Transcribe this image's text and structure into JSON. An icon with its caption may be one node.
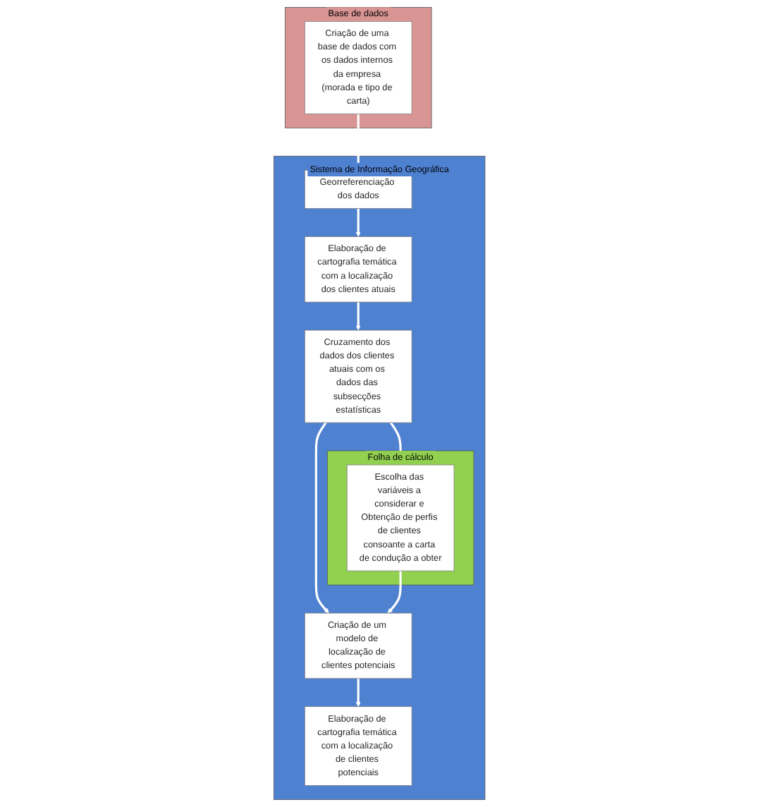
{
  "diagram": {
    "nodes": [
      {
        "text": [
          "Base de dados"
        ]
      },
      {
        "text": [
          "Criação de uma base de dados com os dados internos da empresa (morada e tipo de carta)"
        ],
        "in": 0
      },
      {
        "text": [
          "Sistema de Informação Geográfica"
        ]
      },
      {
        "text": [
          "Georreferenciação dos dados"
        ],
        "in": 2
      },
      {
        "text": [
          "Elaboração de cartografia temática com a localização dos clientes atuais"
        ],
        "in": 2
      },
      {
        "text": [
          "Folha de cálculo"
        ],
        "in": 2
      },
      {
        "text": [
          "Escolha das variáveis a considerar e Obtenção de perfis de clientes consoante a carta de condução a obter"
        ],
        "in": 5
      },
      {
        "text": [
          "Cruzamento dos dados dos clientes atuais com os dados das subsecções estatísticas"
        ],
        "in": 2
      },
      {
        "text": [
          "Criação de um modelo de localização de clientes potenciais"
        ],
        "in": 2
      },
      {
        "text": [
          "Elaboração de cartografia temática com a localização de clientes potenciais"
        ],
        "in": 2
      }
    ],
    "edges": [
      {
        "from": 1,
        "to": 3,
        "arrow": "to"
      },
      {
        "from": 3,
        "to": 4,
        "arrow": "to"
      },
      {
        "from": 4,
        "to": 7,
        "arrow": "to"
      },
      {
        "from": 7,
        "to": 6,
        "arrow": "to"
      },
      {
        "from": 7,
        "to": 8,
        "arrow": "to"
      },
      {
        "from": 6,
        "to": 8,
        "arrow": "to"
      },
      {
        "from": 8,
        "to": 9,
        "arrow": "to"
      }
    ]
  }
}
